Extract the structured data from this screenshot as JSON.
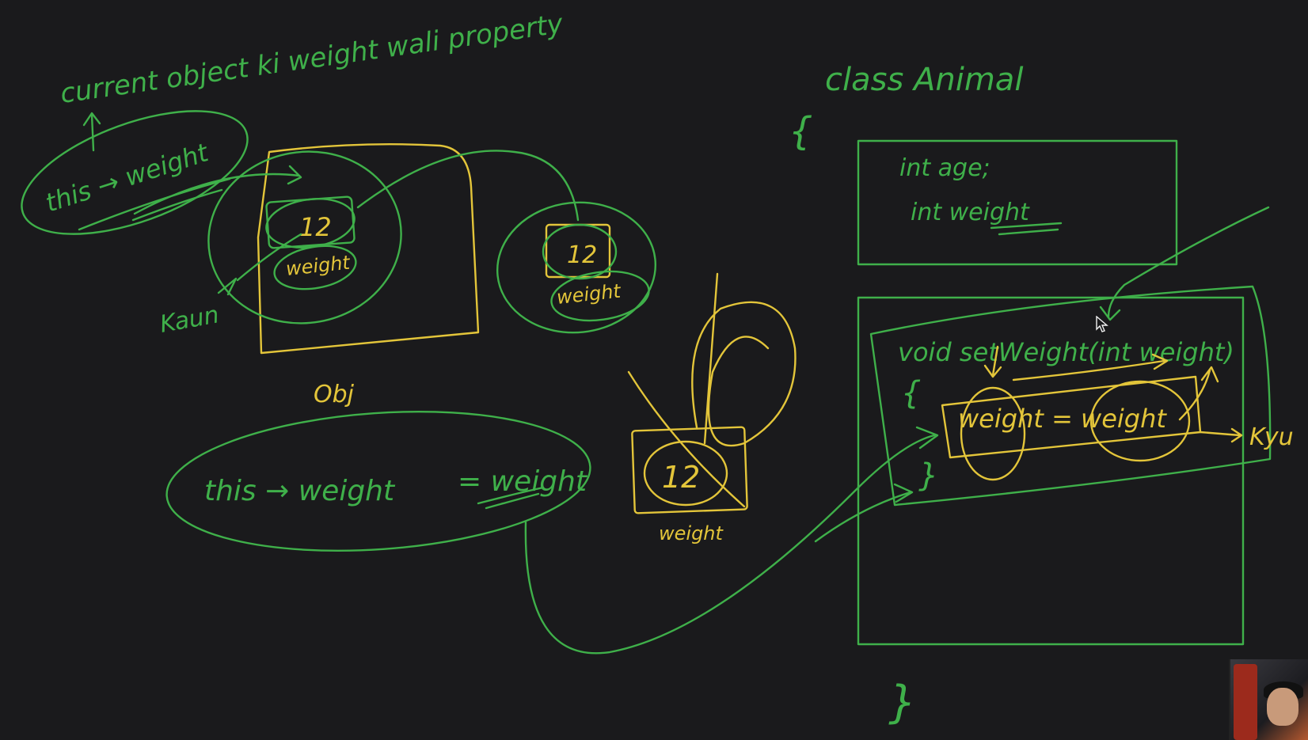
{
  "board": {
    "note_heading": "current object ki weight wali property",
    "this_weight_top": "this → weight",
    "kaun_label": "Kaun",
    "obj_label": "Obj",
    "box1_value": "12",
    "box1_label": "weight",
    "box2_value": "12",
    "box2_label": "weight",
    "box3_value": "12",
    "box3_label": "weight",
    "assignment_left": "this → weight",
    "assignment_right": "= weight",
    "class_header": "class Animal",
    "open_brace": "{",
    "close_brace": "}",
    "field_age": "int age;",
    "field_weight": "int weight",
    "method_signature": "void setWeight(int weight)",
    "method_open": "{",
    "method_close": "}",
    "method_body": "weight = weight",
    "kyu_label": "Kyu"
  },
  "colors": {
    "background": "#1a1a1c",
    "green_ink": "#3fb04a",
    "yellow_ink": "#e3c53a"
  }
}
